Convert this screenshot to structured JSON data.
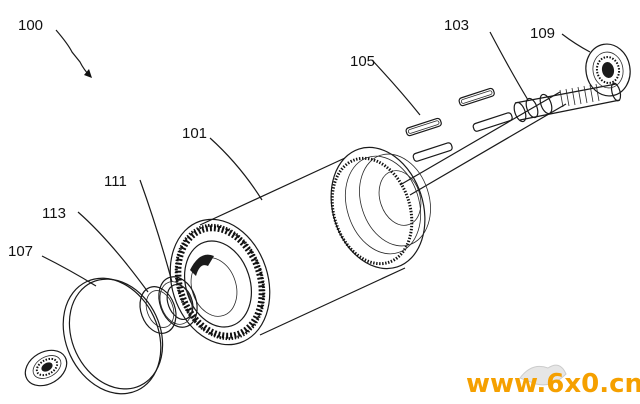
{
  "labels": {
    "assembly": "100",
    "rotor": "101",
    "shaft": "103",
    "keys": "105",
    "bearing_left": "107",
    "bearing_right": "109",
    "washer": "111",
    "spacer_ring": "113"
  },
  "watermark": {
    "text": "www.6x0.cn"
  },
  "colors": {
    "line": "#1a1a1a",
    "background": "#ffffff",
    "watermark": "#f5a000"
  }
}
